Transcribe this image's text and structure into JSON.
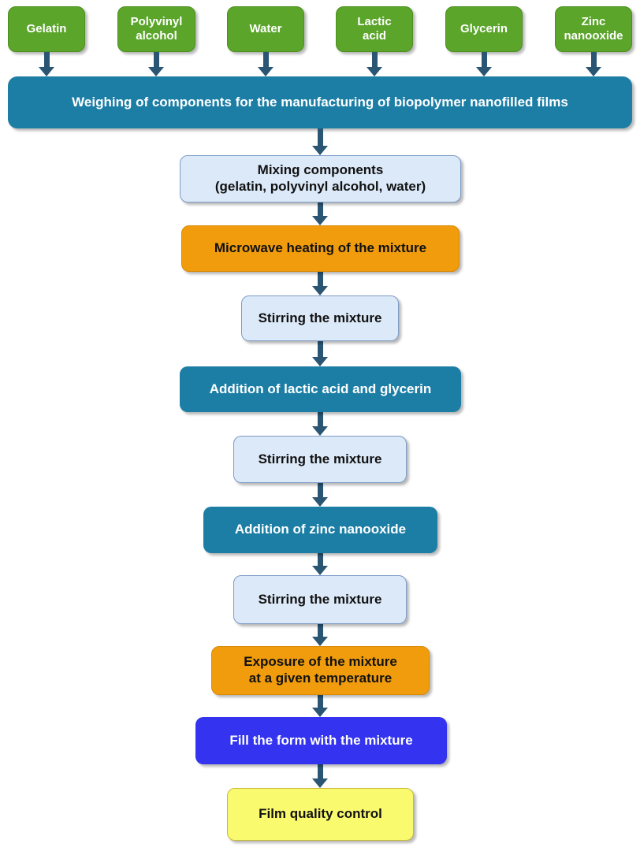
{
  "flow": {
    "inputs": [
      {
        "label": "Gelatin"
      },
      {
        "label": "Polyvinyl\nalcohol"
      },
      {
        "label": "Water"
      },
      {
        "label": "Lactic\nacid"
      },
      {
        "label": "Glycerin"
      },
      {
        "label": "Zinc\nnanooxide"
      }
    ],
    "weighing": {
      "label": "Weighing of components for the manufacturing of biopolymer nanofilled films"
    },
    "steps": [
      {
        "label": "Mixing components\n(gelatin, polyvinyl alcohol, water)",
        "style": "light-blue"
      },
      {
        "label": "Microwave heating of the mixture",
        "style": "orange"
      },
      {
        "label": "Stirring the mixture",
        "style": "light-blue"
      },
      {
        "label": "Addition of lactic acid and glycerin",
        "style": "teal"
      },
      {
        "label": "Stirring the mixture",
        "style": "light-blue"
      },
      {
        "label": "Addition of zinc nanooxide",
        "style": "teal"
      },
      {
        "label": "Stirring the mixture",
        "style": "light-blue"
      },
      {
        "label": "Exposure of the mixture\nat a given temperature",
        "style": "orange"
      },
      {
        "label": "Fill the form with the mixture",
        "style": "blue"
      },
      {
        "label": "Film quality control",
        "style": "yellow"
      }
    ]
  },
  "colors": {
    "green": "#5BA52B",
    "green_border": "#4D8F1E",
    "teal": "#1C7EA5",
    "orange": "#F09C0D",
    "orange_border": "#D98A06",
    "light_blue_fill": "#DCE9F8",
    "light_blue_border": "#7D9CC6",
    "blue": "#3333F0",
    "yellow_fill": "#FAFA6E",
    "yellow_border": "#C9B83E",
    "arrow": "#2A5674",
    "ink": "#111111"
  }
}
